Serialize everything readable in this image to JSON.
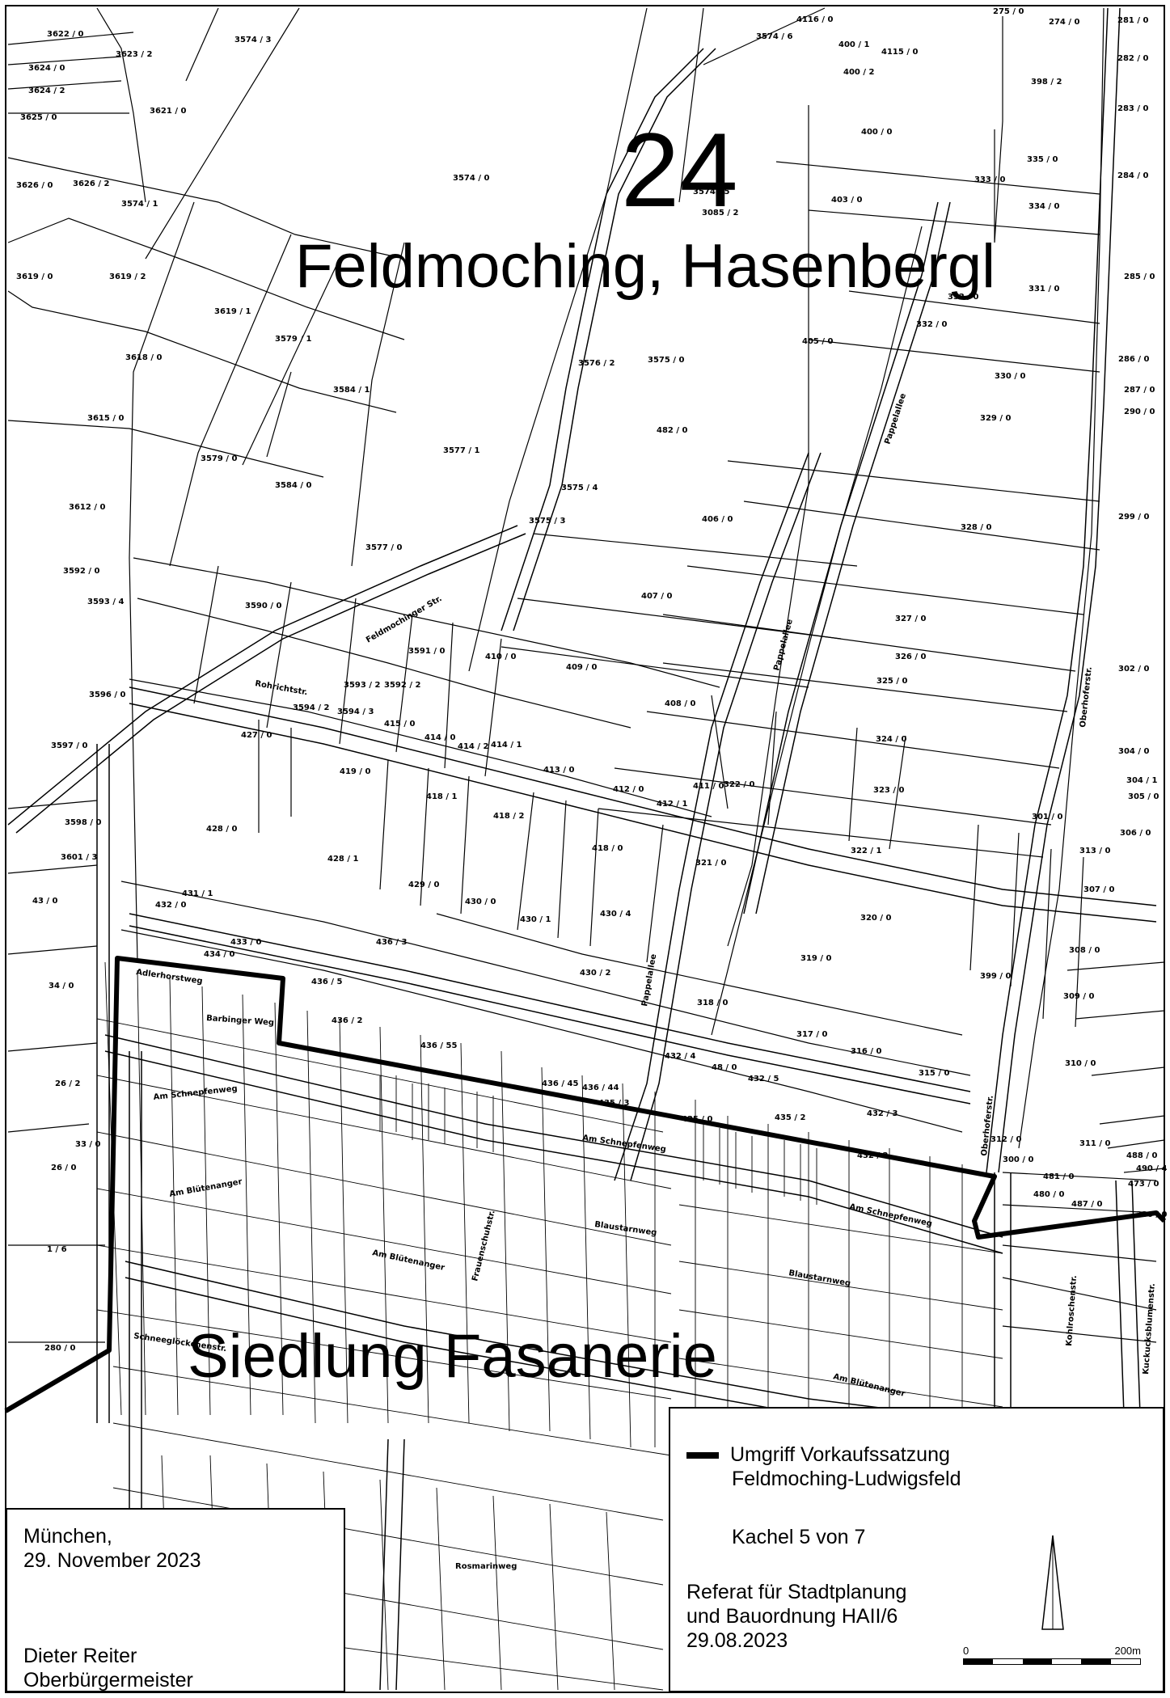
{
  "district": {
    "number": "24",
    "name": "Feldmoching, Hasenbergl"
  },
  "area_label": "Siedlung Fasanerie",
  "signature_box": {
    "place": "München,",
    "date": "29. November 2023",
    "signer": "Dieter Reiter",
    "role": "Oberbürgermeister"
  },
  "legend": {
    "line_label_1": "Umgriff Vorkaufssatzung",
    "line_label_2": "Feldmoching-Ludwigsfeld",
    "tile": "Kachel 5 von 7",
    "department_1": "Referat für Stadtplanung",
    "department_2": "und Bauordnung HAII/6",
    "department_date": "29.08.2023",
    "scale_start": "0",
    "scale_end": "200m"
  },
  "streets": [
    "Adlerhorstweg",
    "Barbinger Weg",
    "Am Schnepfenweg",
    "Am Blütenanger",
    "Blaustarnweg",
    "Pappelallee",
    "Feldmochinger Str.",
    "Schneeglöckchenstr.",
    "Kohlroschenstr.",
    "Kuckucksblumenstr.",
    "Rohrichtstr.",
    "Frauenschuhstr.",
    "Rosmarinweg",
    "Oberhoferstr."
  ],
  "parcels": [
    "3622 / 0",
    "3624 / 0",
    "3624 / 2",
    "3625 / 0",
    "3621 / 0",
    "3623 / 2",
    "3574 / 3",
    "3574 / 0",
    "3574 / 1",
    "3626 / 0",
    "3626 / 2",
    "3619 / 0",
    "3619 / 2",
    "3619 / 1",
    "3618 / 0",
    "3615 / 0",
    "3612 / 0",
    "3579 / 1",
    "3579 / 0",
    "3584 / 1",
    "3584 / 0",
    "3577 / 1",
    "3577 / 0",
    "3575 / 0",
    "3575 / 4",
    "3575 / 3",
    "3576 / 2",
    "3592 / 0",
    "3593 / 4",
    "3590 / 0",
    "3596 / 0",
    "3597 / 0",
    "3598 / 0",
    "3601 / 3",
    "3591 / 0",
    "3593 / 2",
    "3592 / 2",
    "3594 / 2",
    "3594 / 3",
    "415 / 0",
    "414 / 0",
    "414 / 2",
    "414 / 1",
    "410 / 0",
    "409 / 0",
    "408 / 0",
    "407 / 0",
    "406 / 0",
    "405 / 0",
    "400 / 0",
    "403 / 0",
    "398 / 2",
    "335 / 0",
    "334 / 0",
    "331 / 0",
    "330 / 0",
    "329 / 0",
    "328 / 0",
    "327 / 0",
    "326 / 0",
    "325 / 0",
    "324 / 0",
    "323 / 0",
    "322 / 1",
    "322 / 0",
    "321 / 0",
    "320 / 0",
    "319 / 0",
    "318 / 0",
    "317 / 0",
    "316 / 0",
    "315 / 0",
    "413 / 0",
    "412 / 0",
    "412 / 1",
    "411 / 0",
    "418 / 0",
    "418 / 2",
    "418 / 1",
    "419 / 0",
    "427 / 0",
    "428 / 0",
    "428 / 1",
    "429 / 0",
    "430 / 0",
    "430 / 1",
    "430 / 4",
    "430 / 2",
    "431 / 1",
    "432 / 0",
    "433 / 0",
    "434 / 0",
    "436 / 3",
    "436 / 5",
    "436 / 2",
    "436 / 55",
    "436 / 45",
    "436 / 44",
    "435 / 3",
    "435 / 0",
    "435 / 2",
    "432 / 2",
    "432 / 3",
    "432 / 4",
    "432 / 5",
    "48 / 0",
    "43 / 0",
    "34 / 0",
    "26 / 2",
    "33 / 0",
    "26 / 0",
    "1 / 6",
    "280 / 0",
    "281 / 0",
    "282 / 0",
    "283 / 0",
    "284 / 0",
    "285 / 0",
    "286 / 0",
    "287 / 0",
    "290 / 0",
    "299 / 0",
    "302 / 0",
    "304 / 0",
    "304 / 1",
    "305 / 0",
    "306 / 0",
    "307 / 0",
    "308 / 0",
    "309 / 0",
    "310 / 0",
    "311 / 0",
    "312 / 0",
    "300 / 0",
    "301 / 0",
    "313 / 0",
    "399 / 0",
    "274 / 0",
    "275 / 0",
    "400 / 1",
    "400 / 2",
    "4115 / 0",
    "4116 / 0",
    "3574 / 6",
    "3574 / 5",
    "3085 / 2",
    "482 / 0",
    "481 / 0",
    "480 / 0",
    "487 / 0",
    "488 / 0",
    "490 / 4",
    "473 / 0",
    "336 / 0",
    "333 / 0",
    "332 / 0"
  ]
}
